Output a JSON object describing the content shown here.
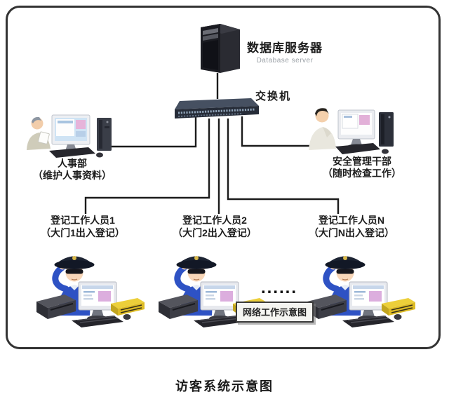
{
  "colors": {
    "frame_border": "#333333",
    "connection_line": "#1b1b1b",
    "officer_uniform_blue": "#2e52c4",
    "device_yellow": "#eccf3a",
    "background": "#ffffff"
  },
  "server": {
    "label": "数据库服务器",
    "sublabel": "Database server"
  },
  "switch": {
    "label": "交换机"
  },
  "hr": {
    "label": "人事部",
    "sublabel": "（维护人事资料）"
  },
  "security": {
    "label": "安全管理干部",
    "sublabel": "（随时检查工作）"
  },
  "stations": [
    {
      "label": "登记工作人员1",
      "sublabel": "（大门1出入登记）"
    },
    {
      "label": "登记工作人员2",
      "sublabel": "（大门2出入登记）"
    },
    {
      "label": "登记工作人员N",
      "sublabel": "（大门N出入登记）"
    }
  ],
  "ellipsis": "......",
  "net_label": "网络工作示意图",
  "caption": "访客系统示意图"
}
